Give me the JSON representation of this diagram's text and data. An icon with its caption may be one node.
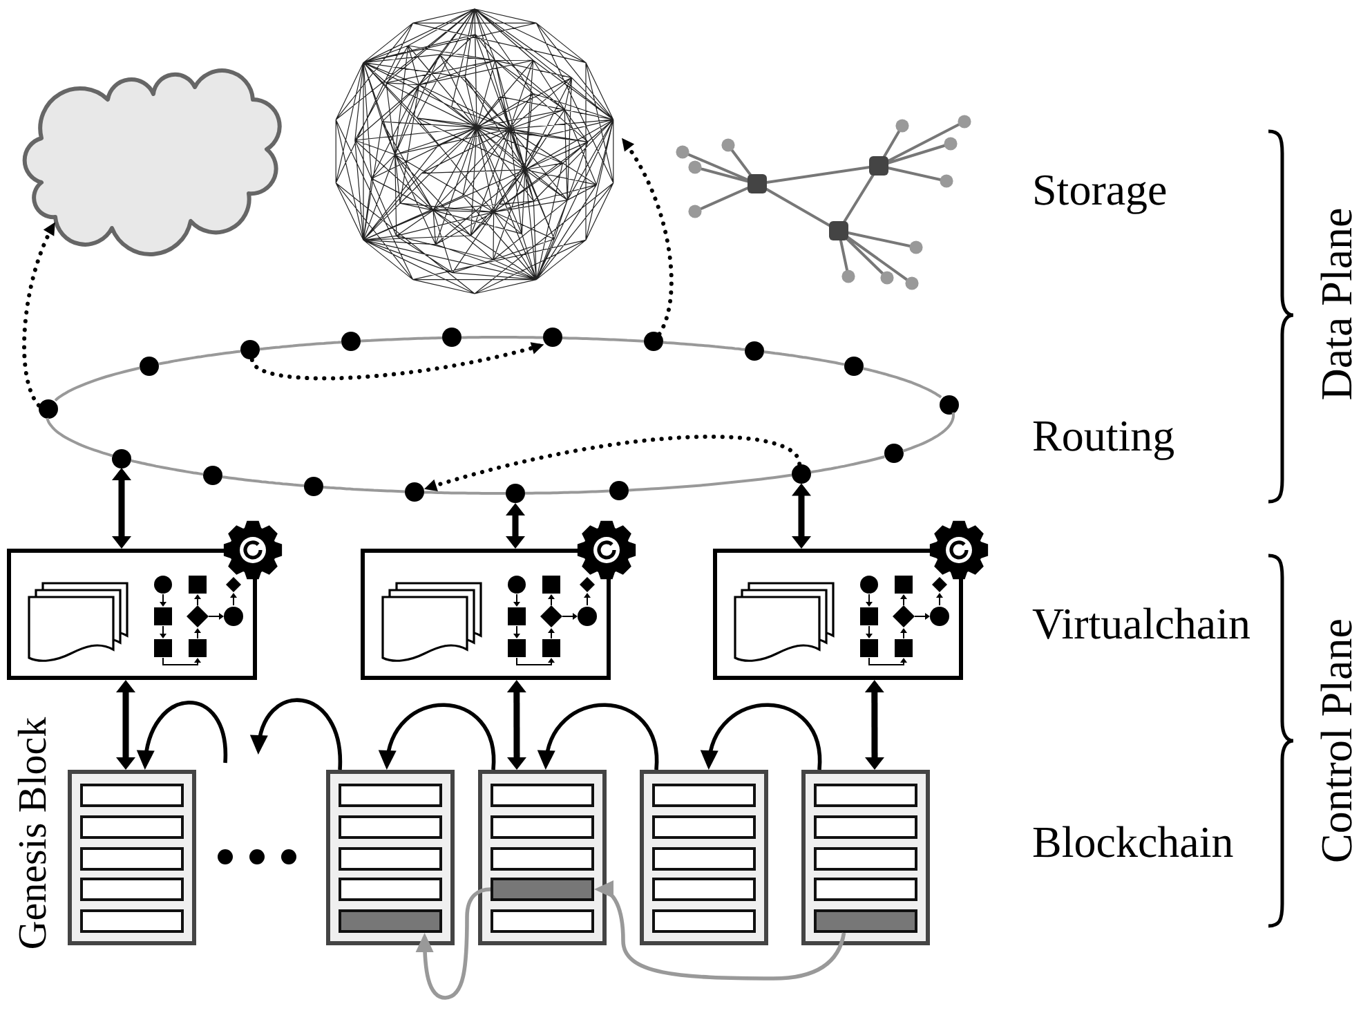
{
  "diagram": {
    "nodes": [
      {
        "text": [],
        "shape": "cloud"
      },
      {
        "text": [],
        "shape": "picture"
      },
      {
        "text": [],
        "shape": "picture"
      },
      {
        "text": [],
        "shape": "circle"
      },
      {
        "text": [],
        "shape": "circle"
      },
      {
        "text": [],
        "shape": "circle"
      },
      {
        "text": [],
        "shape": "circle"
      },
      {
        "text": [],
        "shape": "circle"
      },
      {
        "text": [],
        "shape": "circle"
      },
      {
        "text": [],
        "shape": "circle"
      },
      {
        "text": [],
        "shape": "circle"
      },
      {
        "text": [],
        "shape": "circle"
      },
      {
        "text": [],
        "shape": "circle"
      },
      {
        "text": [],
        "shape": "circle"
      },
      {
        "text": [],
        "shape": "circle"
      },
      {
        "text": [],
        "shape": "circle"
      },
      {
        "text": [],
        "shape": "circle"
      },
      {
        "text": [],
        "shape": "circle"
      },
      {
        "text": [],
        "shape": "circle"
      },
      {
        "text": [],
        "shape": "circle"
      },
      {
        "text": [],
        "shape": "circle"
      },
      {
        "text": [],
        "shape": "box"
      },
      {
        "text": [],
        "shape": "box"
      },
      {
        "text": [],
        "shape": "box"
      },
      {
        "text": [],
        "shape": "box",
        "beside": [
          "Genesis Block"
        ]
      },
      {
        "text": [],
        "shape": "box"
      },
      {
        "text": [],
        "shape": "box"
      },
      {
        "text": [],
        "shape": "box"
      },
      {
        "text": [],
        "shape": "box"
      },
      {
        "text": [],
        "shape": "bar",
        "in": 24
      },
      {
        "text": [],
        "shape": "bar",
        "in": 24
      },
      {
        "text": [],
        "shape": "bar",
        "in": 24
      },
      {
        "text": [],
        "shape": "bar",
        "in": 24
      },
      {
        "text": [],
        "shape": "bar",
        "in": 24
      },
      {
        "text": [],
        "shape": "bar",
        "in": 25
      },
      {
        "text": [],
        "shape": "bar",
        "in": 25
      },
      {
        "text": [],
        "shape": "bar",
        "in": 25
      },
      {
        "text": [],
        "shape": "bar",
        "in": 25
      },
      {
        "text": [],
        "shape": "bar",
        "in": 25
      },
      {
        "text": [],
        "shape": "bar",
        "in": 26
      },
      {
        "text": [],
        "shape": "bar",
        "in": 26
      },
      {
        "text": [],
        "shape": "bar",
        "in": 26
      },
      {
        "text": [],
        "shape": "bar",
        "in": 26
      },
      {
        "text": [],
        "shape": "bar",
        "in": 26
      },
      {
        "text": [],
        "shape": "bar",
        "in": 27
      },
      {
        "text": [],
        "shape": "bar",
        "in": 27
      },
      {
        "text": [],
        "shape": "bar",
        "in": 27
      },
      {
        "text": [],
        "shape": "bar",
        "in": 27
      },
      {
        "text": [],
        "shape": "bar",
        "in": 27
      },
      {
        "text": [],
        "shape": "bar",
        "in": 28
      },
      {
        "text": [],
        "shape": "bar",
        "in": 28
      },
      {
        "text": [],
        "shape": "bar",
        "in": 28
      },
      {
        "text": [],
        "shape": "bar",
        "in": 28
      },
      {
        "text": [],
        "shape": "bar",
        "in": 28
      }
    ],
    "edges": [
      {
        "from": 3,
        "to": 0,
        "arrow": "to",
        "style": "dashed",
        "color": "#000000"
      },
      {
        "from": 9,
        "to": 1,
        "arrow": "to",
        "style": "dashed",
        "color": "#000000"
      },
      {
        "from": 5,
        "to": 8,
        "arrow": "to",
        "style": "dashed",
        "color": "#000000"
      },
      {
        "from": 19,
        "to": 16,
        "arrow": "to",
        "style": "dashed",
        "color": "#000000"
      },
      {
        "from": 13,
        "to": 21,
        "arrow": "both",
        "style": "thick",
        "color": "#000000"
      },
      {
        "from": 17,
        "to": 22,
        "arrow": "both",
        "style": "thick",
        "color": "#000000"
      },
      {
        "from": 19,
        "to": 23,
        "arrow": "both",
        "style": "thick",
        "color": "#000000"
      },
      {
        "from": 21,
        "to": 24,
        "arrow": "both",
        "style": "thick",
        "color": "#000000"
      },
      {
        "from": 22,
        "to": 26,
        "arrow": "both",
        "style": "thick",
        "color": "#000000"
      },
      {
        "from": 23,
        "to": 28,
        "arrow": "both",
        "style": "thick",
        "color": "#000000"
      },
      {
        "from": null,
        "to": 24,
        "arrow": "to",
        "color": "#000000"
      },
      {
        "from": 25,
        "to": null,
        "arrow": "to",
        "color": "#000000"
      },
      {
        "from": 26,
        "to": 25,
        "arrow": "to",
        "color": "#000000"
      },
      {
        "from": 27,
        "to": 26,
        "arrow": "to",
        "color": "#000000"
      },
      {
        "from": 28,
        "to": 27,
        "arrow": "to",
        "color": "#000000"
      },
      {
        "from": 42,
        "to": 38,
        "arrow": "to",
        "color": "#999999"
      },
      {
        "from": 53,
        "to": 42,
        "arrow": "to",
        "color": "#999999"
      },
      {
        "from": 3,
        "to": 4,
        "arrow": "none",
        "color": "#999999"
      },
      {
        "from": 4,
        "to": 5,
        "arrow": "none",
        "color": "#999999"
      },
      {
        "from": 5,
        "to": 6,
        "arrow": "none",
        "color": "#999999"
      },
      {
        "from": 6,
        "to": 7,
        "arrow": "none",
        "color": "#999999"
      },
      {
        "from": 7,
        "to": 8,
        "arrow": "none",
        "color": "#999999"
      },
      {
        "from": 8,
        "to": 9,
        "arrow": "none",
        "color": "#999999"
      },
      {
        "from": 9,
        "to": 10,
        "arrow": "none",
        "color": "#999999"
      },
      {
        "from": 10,
        "to": 11,
        "arrow": "none",
        "color": "#999999"
      },
      {
        "from": 11,
        "to": 12,
        "arrow": "none",
        "color": "#999999"
      },
      {
        "from": 12,
        "to": 20,
        "arrow": "none",
        "color": "#999999"
      },
      {
        "from": 3,
        "to": 13,
        "arrow": "none",
        "color": "#999999"
      },
      {
        "from": 13,
        "to": 14,
        "arrow": "none",
        "color": "#999999"
      },
      {
        "from": 14,
        "to": 15,
        "arrow": "none",
        "color": "#999999"
      },
      {
        "from": 15,
        "to": 16,
        "arrow": "none",
        "color": "#999999"
      },
      {
        "from": 16,
        "to": 17,
        "arrow": "none",
        "color": "#999999"
      },
      {
        "from": 17,
        "to": 18,
        "arrow": "none",
        "color": "#999999"
      },
      {
        "from": 18,
        "to": 19,
        "arrow": "none",
        "color": "#999999"
      },
      {
        "from": 19,
        "to": 20,
        "arrow": "none",
        "color": "#999999"
      }
    ],
    "labels": [
      "Storage",
      "Routing",
      "Virtualchain",
      "Blockchain",
      "Data Plane",
      "Control Plane"
    ]
  }
}
